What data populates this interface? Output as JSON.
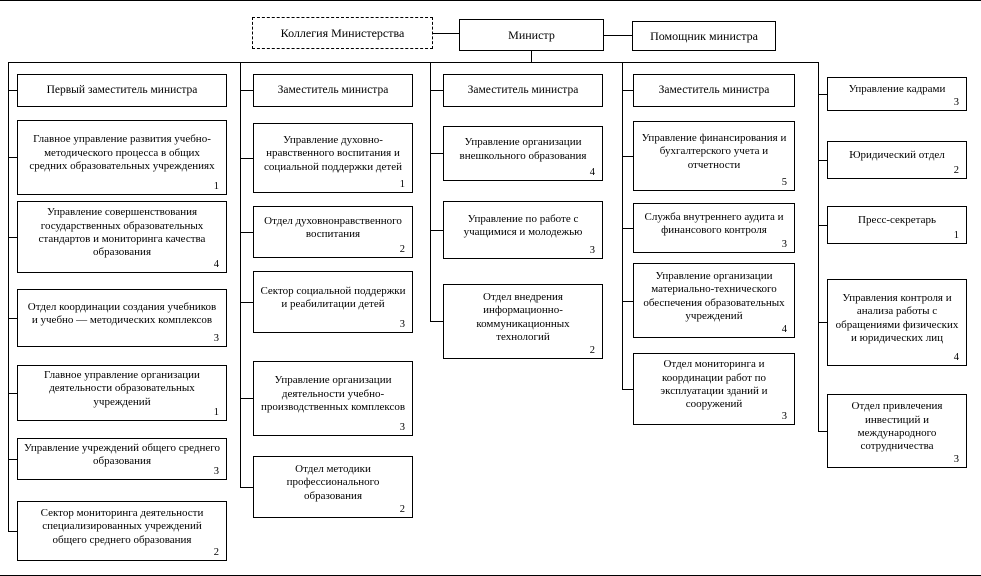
{
  "chart": {
    "top": {
      "collegium": "Коллегия Министерства",
      "minister": "Министр",
      "assistant": "Помощник министра"
    },
    "columns": [
      {
        "header": "Первый заместитель министра",
        "boxes": [
          {
            "title": "Главное управление развития учебно-методического процесса в общих средних образовательных учреждениях",
            "num": "1"
          },
          {
            "title": "Управление совершенствования государственных образовательных стандартов и мониторинга качества образования",
            "num": "4"
          },
          {
            "title": "Отдел координации создания учебников и учебно — методических комплексов",
            "num": "3"
          },
          {
            "title": "Главное управление организации деятельности образовательных учреждений",
            "num": "1"
          },
          {
            "title": "Управление учреждений общего среднего образования",
            "num": "3"
          },
          {
            "title": "Сектор мониторинга деятельности специализированных учреждений общего среднего образования",
            "num": "2"
          }
        ]
      },
      {
        "header": "Заместитель министра",
        "boxes": [
          {
            "title": "Управление духовно-нравственного воспитания и социальной поддержки детей",
            "num": "1"
          },
          {
            "title": "Отдел духовнонравственного воспитания",
            "num": "2"
          },
          {
            "title": "Сектор социальной поддержки и реабилитации детей",
            "num": "3"
          },
          {
            "title": "Управление организации деятельности учебно-производственных комплексов",
            "num": "3"
          },
          {
            "title": "Отдел методики профессионального образования",
            "num": "2"
          }
        ]
      },
      {
        "header": "Заместитель министра",
        "boxes": [
          {
            "title": "Управление организации внешкольного образования",
            "num": "4"
          },
          {
            "title": "Управление по работе с учащимися и молодежью",
            "num": "3"
          },
          {
            "title": "Отдел внедрения информационно-коммуникационных технологий",
            "num": "2"
          }
        ]
      },
      {
        "header": "Заместитель министра",
        "boxes": [
          {
            "title": "Управление финансирования и бухгалтерского учета и отчетности",
            "num": "5"
          },
          {
            "title": "Служба внутреннего аудита и финансового контроля",
            "num": "3"
          },
          {
            "title": "Управление организации материально-технического обеспечения образовательных учреждений",
            "num": "4"
          },
          {
            "title": "Отдел мониторинга и координации работ по эксплуатации зданий и сооружений",
            "num": "3"
          }
        ]
      },
      {
        "header": null,
        "boxes": [
          {
            "title": "Управление кадрами",
            "num": "3"
          },
          {
            "title": "Юридический отдел",
            "num": "2"
          },
          {
            "title": "Пресс-секретарь",
            "num": "1"
          },
          {
            "title": "Управления контроля и анализа работы с обращениями физических и юридических лиц",
            "num": "4"
          },
          {
            "title": "Отдел привлечения инвестиций и международного сотрудничества",
            "num": "3"
          }
        ]
      }
    ]
  }
}
